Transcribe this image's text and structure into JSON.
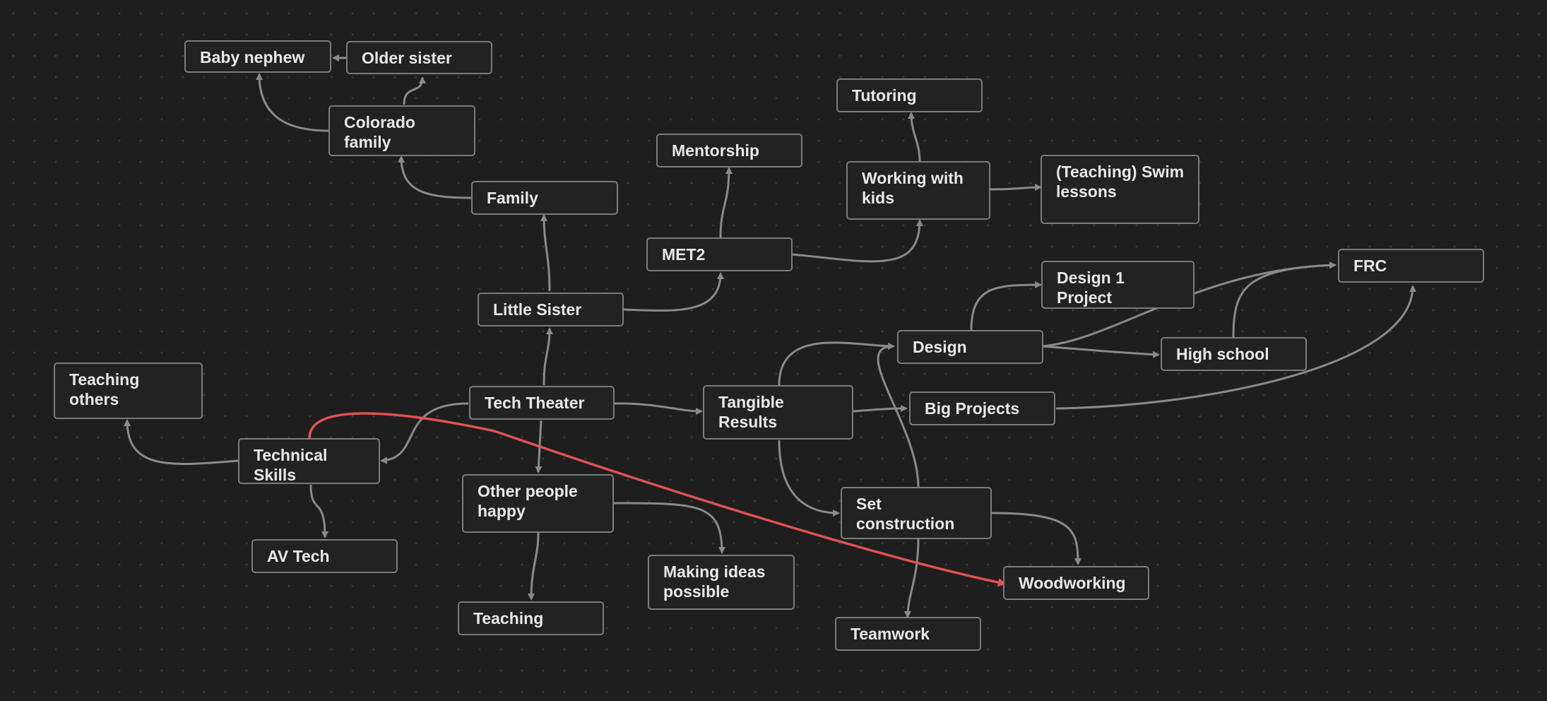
{
  "colors": {
    "background": "#1e1e1e",
    "node_fill": "#222222",
    "node_border": "#7b7b7b",
    "edge": "#8a8a8a",
    "highlight_edge": "#e05252",
    "text": "#e8e8e8"
  },
  "nodes": {
    "baby_nephew": "Baby nephew",
    "older_sister": "Older sister",
    "colorado_family": "Colorado\nfamily",
    "family": "Family",
    "mentorship": "Mentorship",
    "tutoring": "Tutoring",
    "working_with_kids": "Working with\nkids",
    "swim_lessons": "(Teaching) Swim\nlessons",
    "met2": "MET2",
    "design_1_project": "Design 1 Project",
    "frc": "FRC",
    "little_sister": "Little Sister",
    "design": "Design",
    "high_school": "High school",
    "teaching_others": "Teaching\nothers",
    "tech_theater": "Tech Theater",
    "tangible_results": "Tangible\nResults",
    "big_projects": "Big Projects",
    "technical_skills": "Technical\nSkills",
    "other_people_happy": "Other people\nhappy",
    "set_construction": "Set\nconstruction",
    "av_tech": "AV Tech",
    "making_ideas_possible": "Making ideas\npossible",
    "woodworking": "Woodworking",
    "teaching": "Teaching",
    "teamwork": "Teamwork"
  }
}
